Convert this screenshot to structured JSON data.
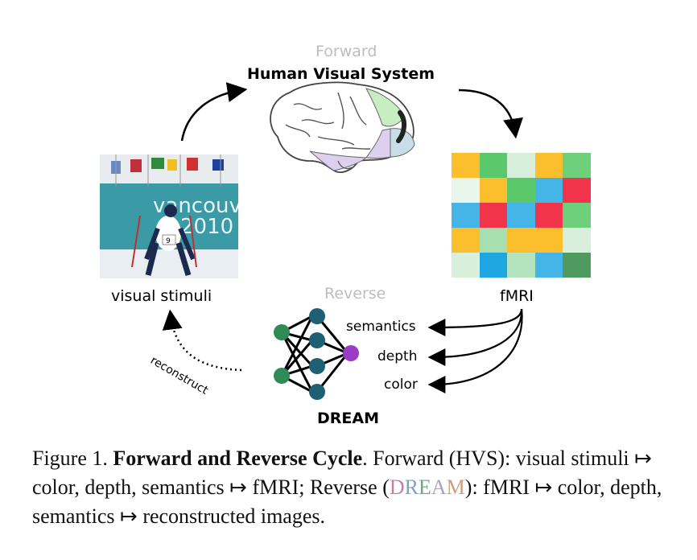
{
  "figure": {
    "forward_label": "Forward",
    "hvs_label": "Human Visual System",
    "reverse_label": "Reverse",
    "dream_label": "DREAM",
    "stimuli_label": "visual stimuli",
    "fmri_label": "fMRI",
    "reconstruct_label": "reconstruct",
    "outputs": [
      "semantics",
      "depth",
      "color"
    ],
    "photo_text": {
      "banner_line1": "vancouv",
      "banner_line2": "2010",
      "bib": "9"
    },
    "fmri_colors": [
      [
        "#fbbf2e",
        "#5ac86b",
        "#d7efdb",
        "#fbbf2e",
        "#6fd07c"
      ],
      [
        "#e9f6ec",
        "#fbbf2e",
        "#5ac86b",
        "#45b5e8",
        "#f2344a"
      ],
      [
        "#45b5e8",
        "#f2344a",
        "#45b5e8",
        "#f2344a",
        "#6fd07c"
      ],
      [
        "#fbbf2e",
        "#a8dfb1",
        "#fbbf2e",
        "#fbbf2e",
        "#d7efdb"
      ],
      [
        "#d7efdb",
        "#1ea6e0",
        "#b4e4bd",
        "#45b5e8",
        "#4f9a5e"
      ]
    ],
    "node_colors": {
      "input": "#2e8b57",
      "hidden": "#1f5f73",
      "output": "#9b3cc4"
    }
  },
  "caption": {
    "prefix": "Figure 1.",
    "title": "Forward and Reverse Cycle",
    "part1": ". Forward (HVS): visual stimuli ↦ color, depth, semantics ↦ fMRI; Reverse (",
    "dream_letters": [
      {
        "ch": "D",
        "color": "#c77da0"
      },
      {
        "ch": "R",
        "color": "#7fa0c8"
      },
      {
        "ch": "E",
        "color": "#6aa88a"
      },
      {
        "ch": "A",
        "color": "#b0a0c8"
      },
      {
        "ch": "M",
        "color": "#c8a07f"
      }
    ],
    "part2": "): fMRI ↦ color, depth, semantics ↦ reconstructed images."
  }
}
